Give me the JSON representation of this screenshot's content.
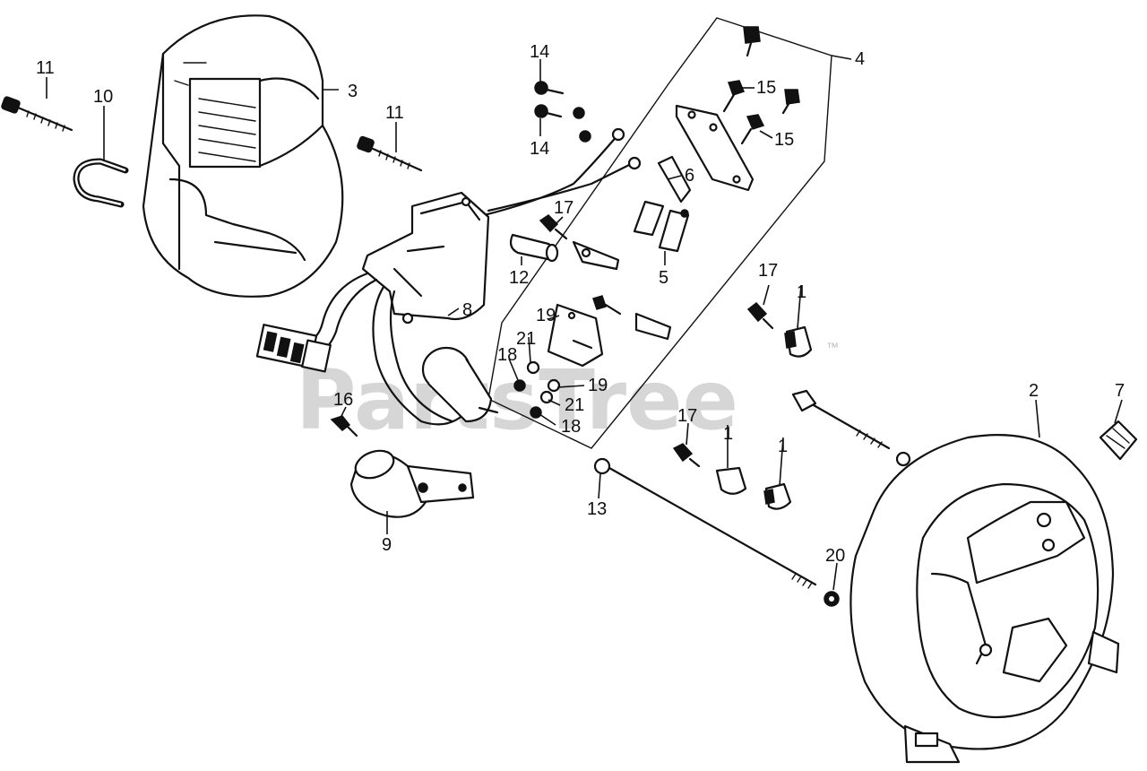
{
  "watermark": {
    "text": "PartsTree",
    "trademark": "™"
  },
  "callouts": {
    "c1a": "1",
    "c1b": "1",
    "c1c": "1",
    "c2": "2",
    "c3": "3",
    "c4": "4",
    "c5": "5",
    "c6": "6",
    "c7": "7",
    "c8": "8",
    "c9": "9",
    "c10": "10",
    "c11a": "11",
    "c11b": "11",
    "c12": "12",
    "c13": "13",
    "c14a": "14",
    "c14b": "14",
    "c15a": "15",
    "c15b": "15",
    "c16": "16",
    "c17a": "17",
    "c17b": "17",
    "c17c": "17",
    "c18a": "18",
    "c18b": "18",
    "c19a": "19",
    "c19b": "19",
    "c20": "20",
    "c21a": "21",
    "c21b": "21"
  }
}
